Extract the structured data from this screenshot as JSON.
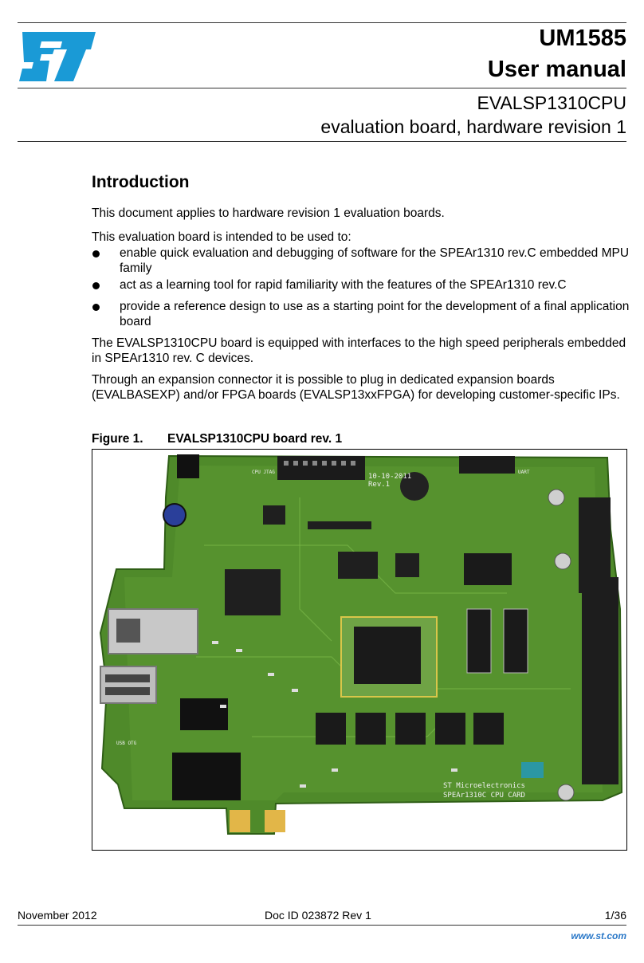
{
  "header": {
    "logo_text": "ST",
    "doc_id": "UM1585",
    "doc_type": "User manual",
    "subtitle_line1": "EVALSP1310CPU",
    "subtitle_line2": "evaluation board, hardware revision 1",
    "logo_color": "#1a9ad6"
  },
  "section": {
    "heading": "Introduction",
    "para1": "This document applies to hardware revision 1 evaluation boards.",
    "para2": "This evaluation board is intended to be used to:",
    "bullets": [
      "enable quick evaluation and debugging of software for the SPEAr1310 rev.C embedded MPU family",
      "act as a learning tool for rapid familiarity with the features of the SPEAr1310 rev.C",
      "provide a reference design to use as a starting point for the development of a final application board"
    ],
    "para3": "The EVALSP1310CPU board is equipped with interfaces to the high speed peripherals embedded in SPEAr1310 rev. C devices.",
    "para4": "Through an expansion connector it is possible to plug in dedicated expansion boards (EVALBASEXP) and/or FPGA boards (EVALSP13xxFPGA) for developing customer-specific IPs."
  },
  "figure": {
    "number": "Figure 1.",
    "title": "EVALSP1310CPU board rev. 1",
    "board_labels": {
      "date": "10-10-2011",
      "rev": "Rev.1",
      "brand_line1": "ST Microelectronics",
      "brand_line2": "SPEAr1310C CPU CARD",
      "cpu_jtag": "CPU JTAG",
      "uart": "UART",
      "usb_otg": "USB OTG"
    }
  },
  "footer": {
    "date": "November 2012",
    "doc_ref": "Doc ID 023872 Rev 1",
    "page": "1/36",
    "url": "www.st.com"
  }
}
